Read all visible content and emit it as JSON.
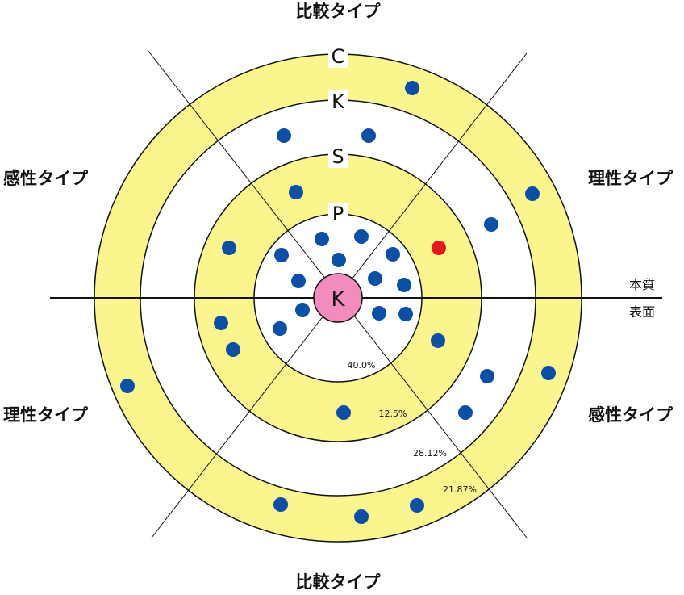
{
  "labels": {
    "top": "比較タイプ",
    "bottom": "比較タイプ",
    "upper_left": "感性タイプ",
    "lower_left": "理性タイプ",
    "upper_right": "理性タイプ",
    "lower_right": "感性タイプ",
    "axis_above": "本質",
    "axis_below": "表面"
  },
  "ring_letters": {
    "outer": "C",
    "third": "K",
    "second": "S",
    "inner": "P",
    "center": "K"
  },
  "percentages": {
    "inner": "40.0%",
    "second": "12.5%",
    "third": "28.12%",
    "outer": "21.87%"
  },
  "colors": {
    "ring_yellow": "#FAF58C",
    "center_pink": "#F28CBE",
    "dot_blue": "#0A4FA8",
    "dot_red": "#E8141E",
    "line": "#111111"
  }
}
